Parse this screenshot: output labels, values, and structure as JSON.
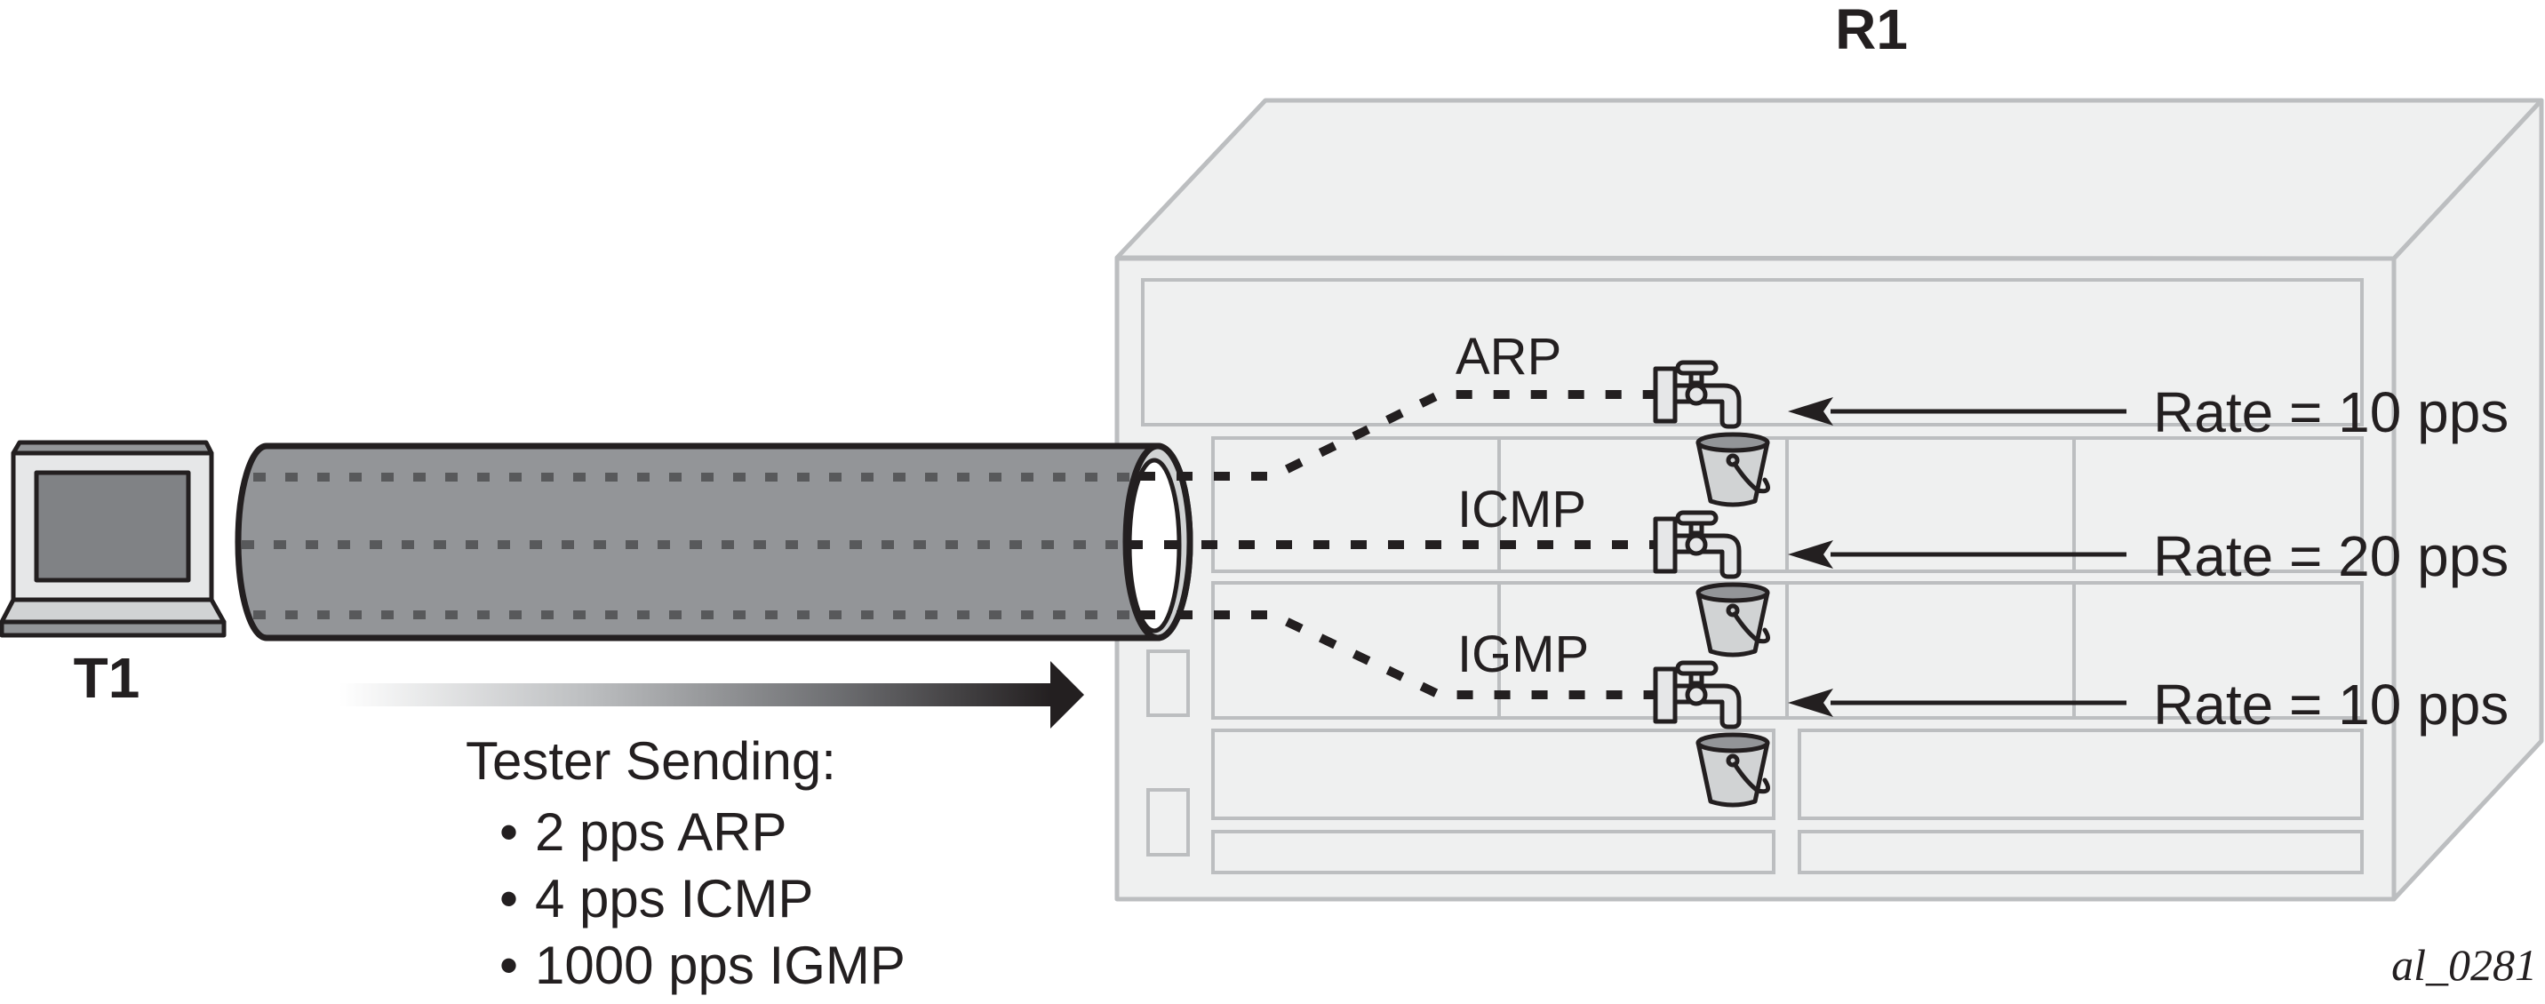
{
  "router": {
    "label": "R1"
  },
  "tester": {
    "label": "T1"
  },
  "flows": [
    {
      "protocol": "ARP",
      "rate_label": "Rate = 10 pps",
      "policer_rate_pps": 10
    },
    {
      "protocol": "ICMP",
      "rate_label": "Rate = 20 pps",
      "policer_rate_pps": 20
    },
    {
      "protocol": "IGMP",
      "rate_label": "Rate = 10 pps",
      "policer_rate_pps": 10
    }
  ],
  "sending": {
    "title": "Tester Sending:",
    "bullet": "•",
    "items": [
      {
        "text": "2 pps ARP",
        "rate_pps": 2,
        "protocol": "ARP"
      },
      {
        "text": "4 pps ICMP",
        "rate_pps": 4,
        "protocol": "ICMP"
      },
      {
        "text": "1000 pps IGMP",
        "rate_pps": 1000,
        "protocol": "IGMP"
      }
    ]
  },
  "figure_id": "al_0281",
  "colors": {
    "ink": "#231f20",
    "chassis_fill": "#eff0f0",
    "chassis_stroke": "#bcbec0",
    "tube_fill": "#939598",
    "screen_fill": "#808285"
  }
}
